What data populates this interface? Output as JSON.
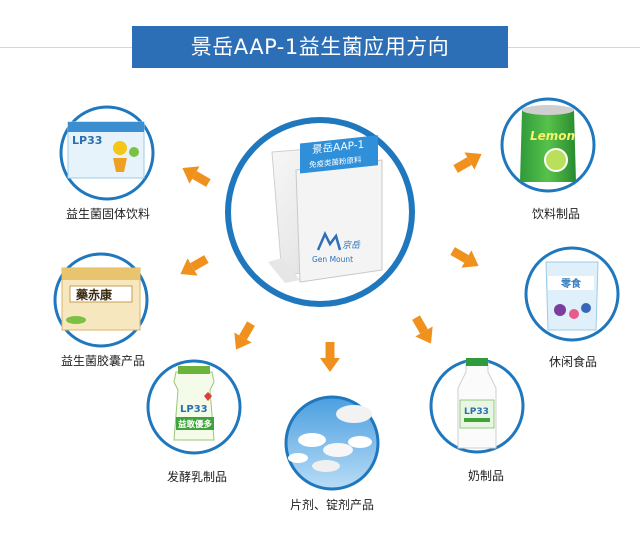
{
  "title": "景岳AAP-1益生菌应用方向",
  "colors": {
    "banner": "#2d6fb7",
    "ring": "#1f77bd",
    "arrow": "#f0911e"
  },
  "center": {
    "packet_line1": "景岳AAP-1",
    "packet_line2": "免疫类菌粉原料",
    "brand": "Gen Mount"
  },
  "applications": [
    {
      "label": "益生菌固体饮料",
      "product_text": "LP33"
    },
    {
      "label": "益生菌胶囊产品",
      "product_text": "藥赤康"
    },
    {
      "label": "发酵乳制品",
      "product_text": "LP33",
      "product_text2": "益敢優多"
    },
    {
      "label": "片剂、锭剂产品"
    },
    {
      "label": "奶制品",
      "product_text": "LP33"
    },
    {
      "label": "休闲食品",
      "product_text": "零食"
    },
    {
      "label": "饮料制品",
      "product_text": "Lemon"
    }
  ]
}
